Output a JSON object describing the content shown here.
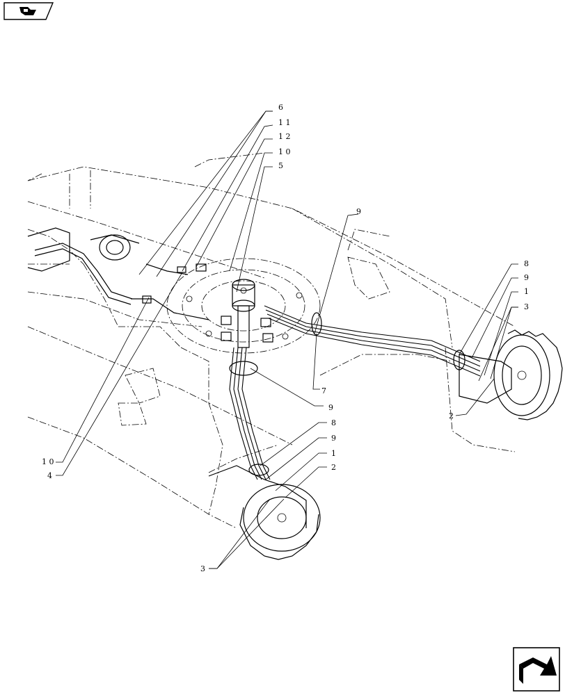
{
  "nav": {
    "prev_icon": "previous-page-arrow-icon",
    "next_icon": "next-page-arrow-icon"
  },
  "callouts": [
    {
      "id": "c-6",
      "label": "6"
    },
    {
      "id": "c-11",
      "label": "1 1"
    },
    {
      "id": "c-12",
      "label": "1 2"
    },
    {
      "id": "c-10-top",
      "label": "1 0"
    },
    {
      "id": "c-5",
      "label": "5"
    },
    {
      "id": "c-9-top",
      "label": "9"
    },
    {
      "id": "c-8-right",
      "label": "8"
    },
    {
      "id": "c-9-right",
      "label": "9"
    },
    {
      "id": "c-1-right",
      "label": "1"
    },
    {
      "id": "c-3-right",
      "label": "3"
    },
    {
      "id": "c-2-right",
      "label": "2"
    },
    {
      "id": "c-7",
      "label": "7"
    },
    {
      "id": "c-9-mid",
      "label": "9"
    },
    {
      "id": "c-8-low",
      "label": "8"
    },
    {
      "id": "c-9-low",
      "label": "9"
    },
    {
      "id": "c-1-low",
      "label": "1"
    },
    {
      "id": "c-2-low",
      "label": "2"
    },
    {
      "id": "c-10-left",
      "label": "1 0"
    },
    {
      "id": "c-4",
      "label": "4"
    },
    {
      "id": "c-3-bottom",
      "label": "3"
    }
  ]
}
